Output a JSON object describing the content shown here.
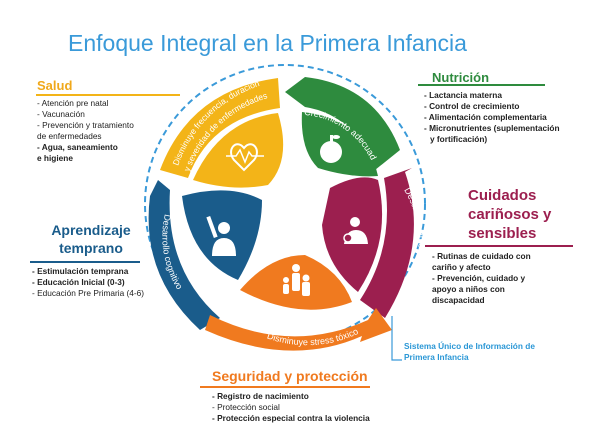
{
  "title": "Enfoque Integral en la Primera Infancia",
  "colors": {
    "salud": "#f3b418",
    "nutricion": "#2e8b3e",
    "cuidados": "#9c1f4f",
    "aprendizaje": "#1a5c8b",
    "seguridad": "#f07a1f",
    "title": "#3a9ad9",
    "ring": "#3a9ad9"
  },
  "wheel": {
    "arcs": {
      "top": "Crecimiento adecuado",
      "right": "Desarrollo emocional",
      "bottom": "Disminuye stress tóxico",
      "left": "Desarrollo cognitivo",
      "topleft_line1": "Disminuye frecuencia, duración",
      "topleft_line2": "y severidad de enfermedades"
    },
    "icons": {
      "salud": "heart-pulse-icon",
      "nutricion": "apple-icon",
      "cuidados": "mother-child-icon",
      "aprendizaje": "raised-hand-person-icon",
      "seguridad": "family-icon"
    }
  },
  "salud": {
    "title": "Salud",
    "items": [
      "- Atención pre natal",
      "- Vacunación",
      "- Prevención y tratamiento",
      "de enfermedades",
      "- Agua, saneamiento",
      "e higiene"
    ]
  },
  "nutricion": {
    "title": "Nutrición",
    "items": [
      "- Lactancia materna",
      "- Control de crecimiento",
      "- Alimentación complementaria",
      "- Micronutrientes (suplementación",
      "y fortificación)"
    ]
  },
  "cuidados": {
    "title_line1": "Cuidados",
    "title_line2": "cariñosos y",
    "title_line3": "sensibles",
    "items": [
      "- Rutinas de cuidado con",
      "cariño y afecto",
      "- Prevención, cuidado y",
      "apoyo a niños con",
      "discapacidad"
    ]
  },
  "aprendizaje": {
    "title_line1": "Aprendizaje",
    "title_line2": "temprano",
    "items": [
      "- Estimulación temprana",
      "- Educación Inicial (0-3)",
      "- Educación Pre Primaria (4-6)"
    ]
  },
  "seguridad": {
    "title": "Seguridad y protección",
    "items": [
      "- Registro de nacimiento",
      "- Protección social",
      "- Protección especial contra la violencia"
    ]
  },
  "sistema": {
    "line1": "Sistema Único de Información de",
    "line2": "Primera Infancia"
  }
}
